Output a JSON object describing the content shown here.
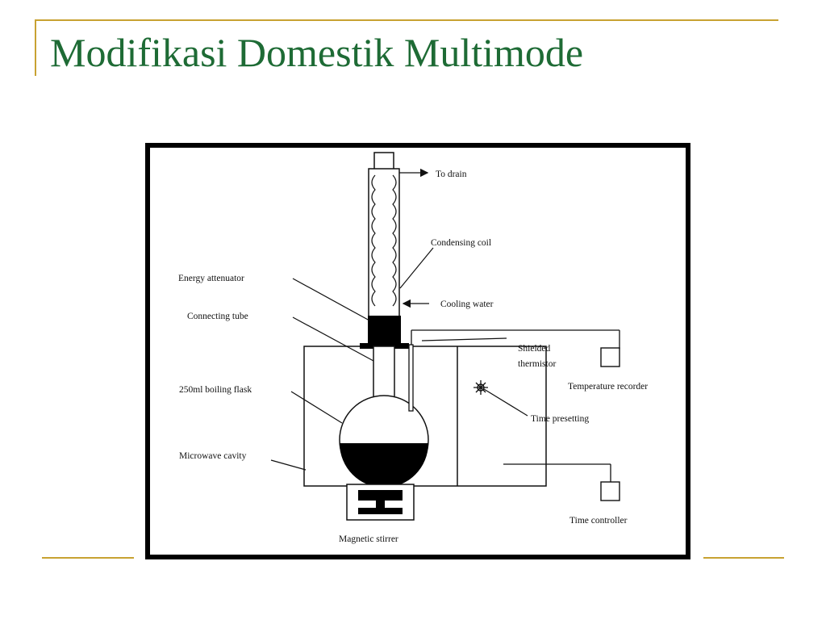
{
  "slide": {
    "title": "Modifikasi Domestik Multimode",
    "accent_color": "#C8A232",
    "title_color": "#1E6B35"
  },
  "diagram": {
    "labels": {
      "to_drain": "To drain",
      "condensing_coil": "Condensing coil",
      "energy_attenuator": "Energy attenuator",
      "cooling_water": "Cooling water",
      "connecting_tube": "Connecting tube",
      "shielded": "Shielded",
      "thermistor": "thermistor",
      "temperature_recorder": "Temperature recorder",
      "boiling_flask": "250ml boiling flask",
      "time_presetting": "Time presetting",
      "microwave_cavity": "Microwave cavity",
      "time_controller": "Time controller",
      "magnetic_stirrer": "Magnetic stirrer"
    }
  }
}
